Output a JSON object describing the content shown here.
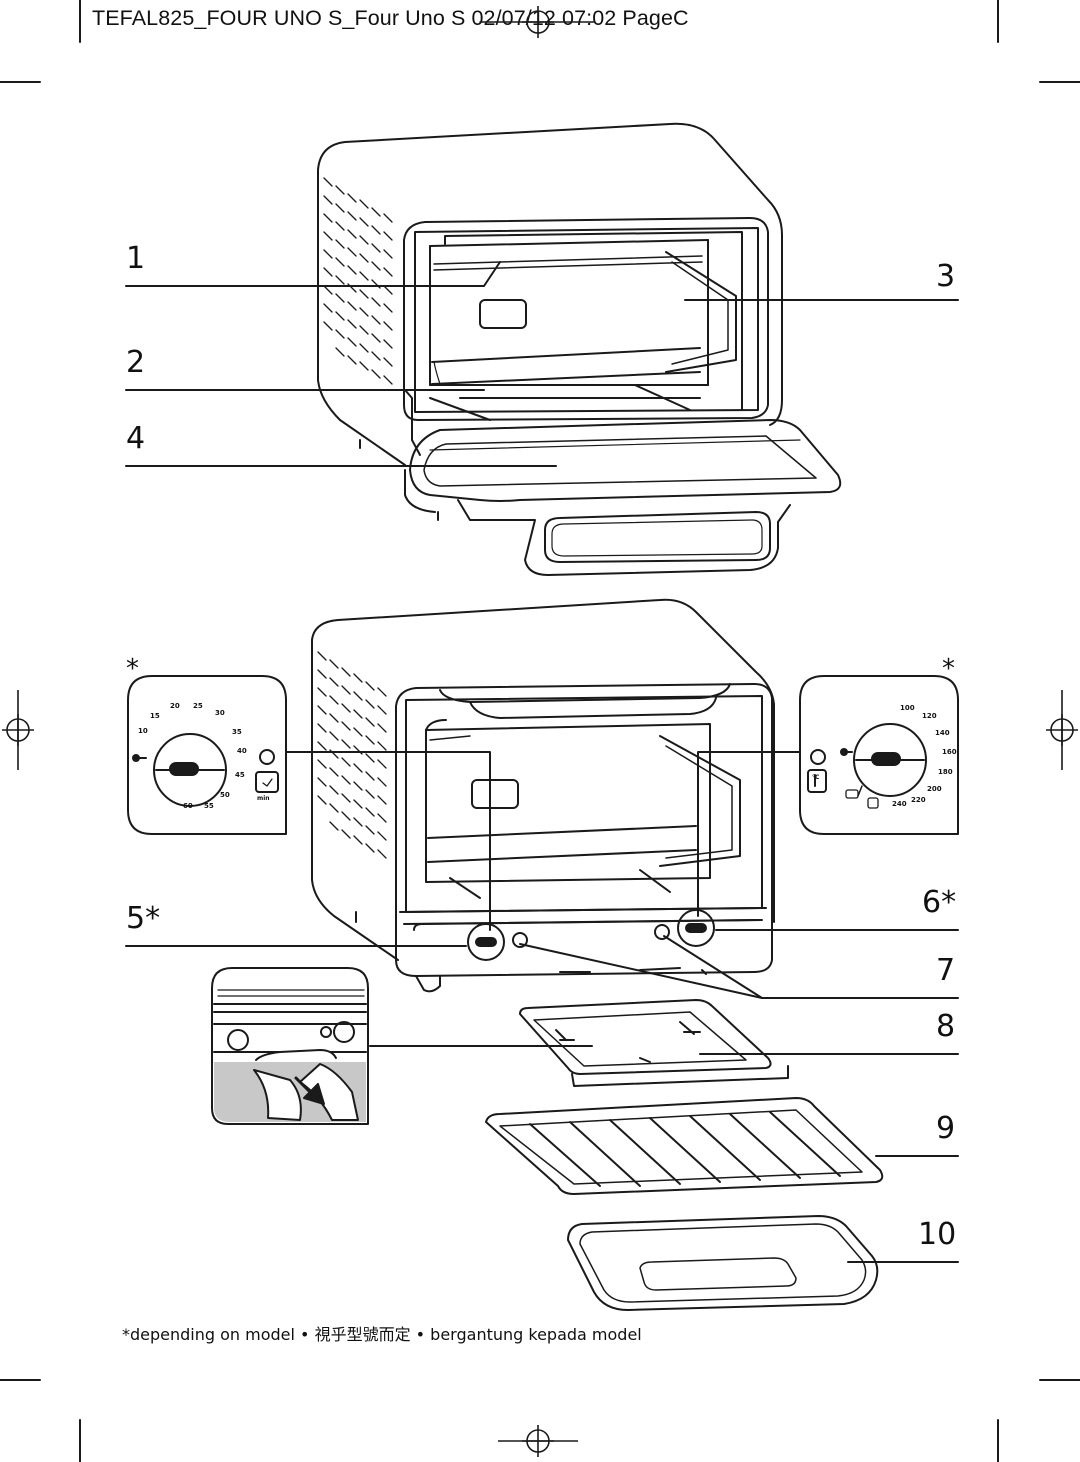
{
  "header": {
    "text": "TEFAL825_FOUR UNO S_Four Uno S  02/07/12  07:02  PageC"
  },
  "callouts": {
    "c1": "1",
    "c2": "2",
    "c3": "3",
    "c4": "4",
    "c5": "5*",
    "c6": "6*",
    "c7": "7",
    "c8": "8",
    "c9": "9",
    "c10": "10"
  },
  "asterisks": {
    "left": "*",
    "right": "*"
  },
  "timer_dial": {
    "marks": [
      "20",
      "25",
      "30",
      "15",
      "10",
      "35",
      "40",
      "45",
      "50",
      "55",
      "60"
    ],
    "unit": "min"
  },
  "temp_dial": {
    "marks": [
      "100",
      "120",
      "140",
      "160",
      "180",
      "200",
      "220",
      "240"
    ],
    "unit": "°C"
  },
  "footnote": {
    "text": "*depending on model • 視乎型號而定 • bergantung kepada model"
  },
  "colors": {
    "line": "#1a1a1a",
    "panel_gray": "#c8c8c8",
    "tray_fill": "#d9d9d9"
  }
}
